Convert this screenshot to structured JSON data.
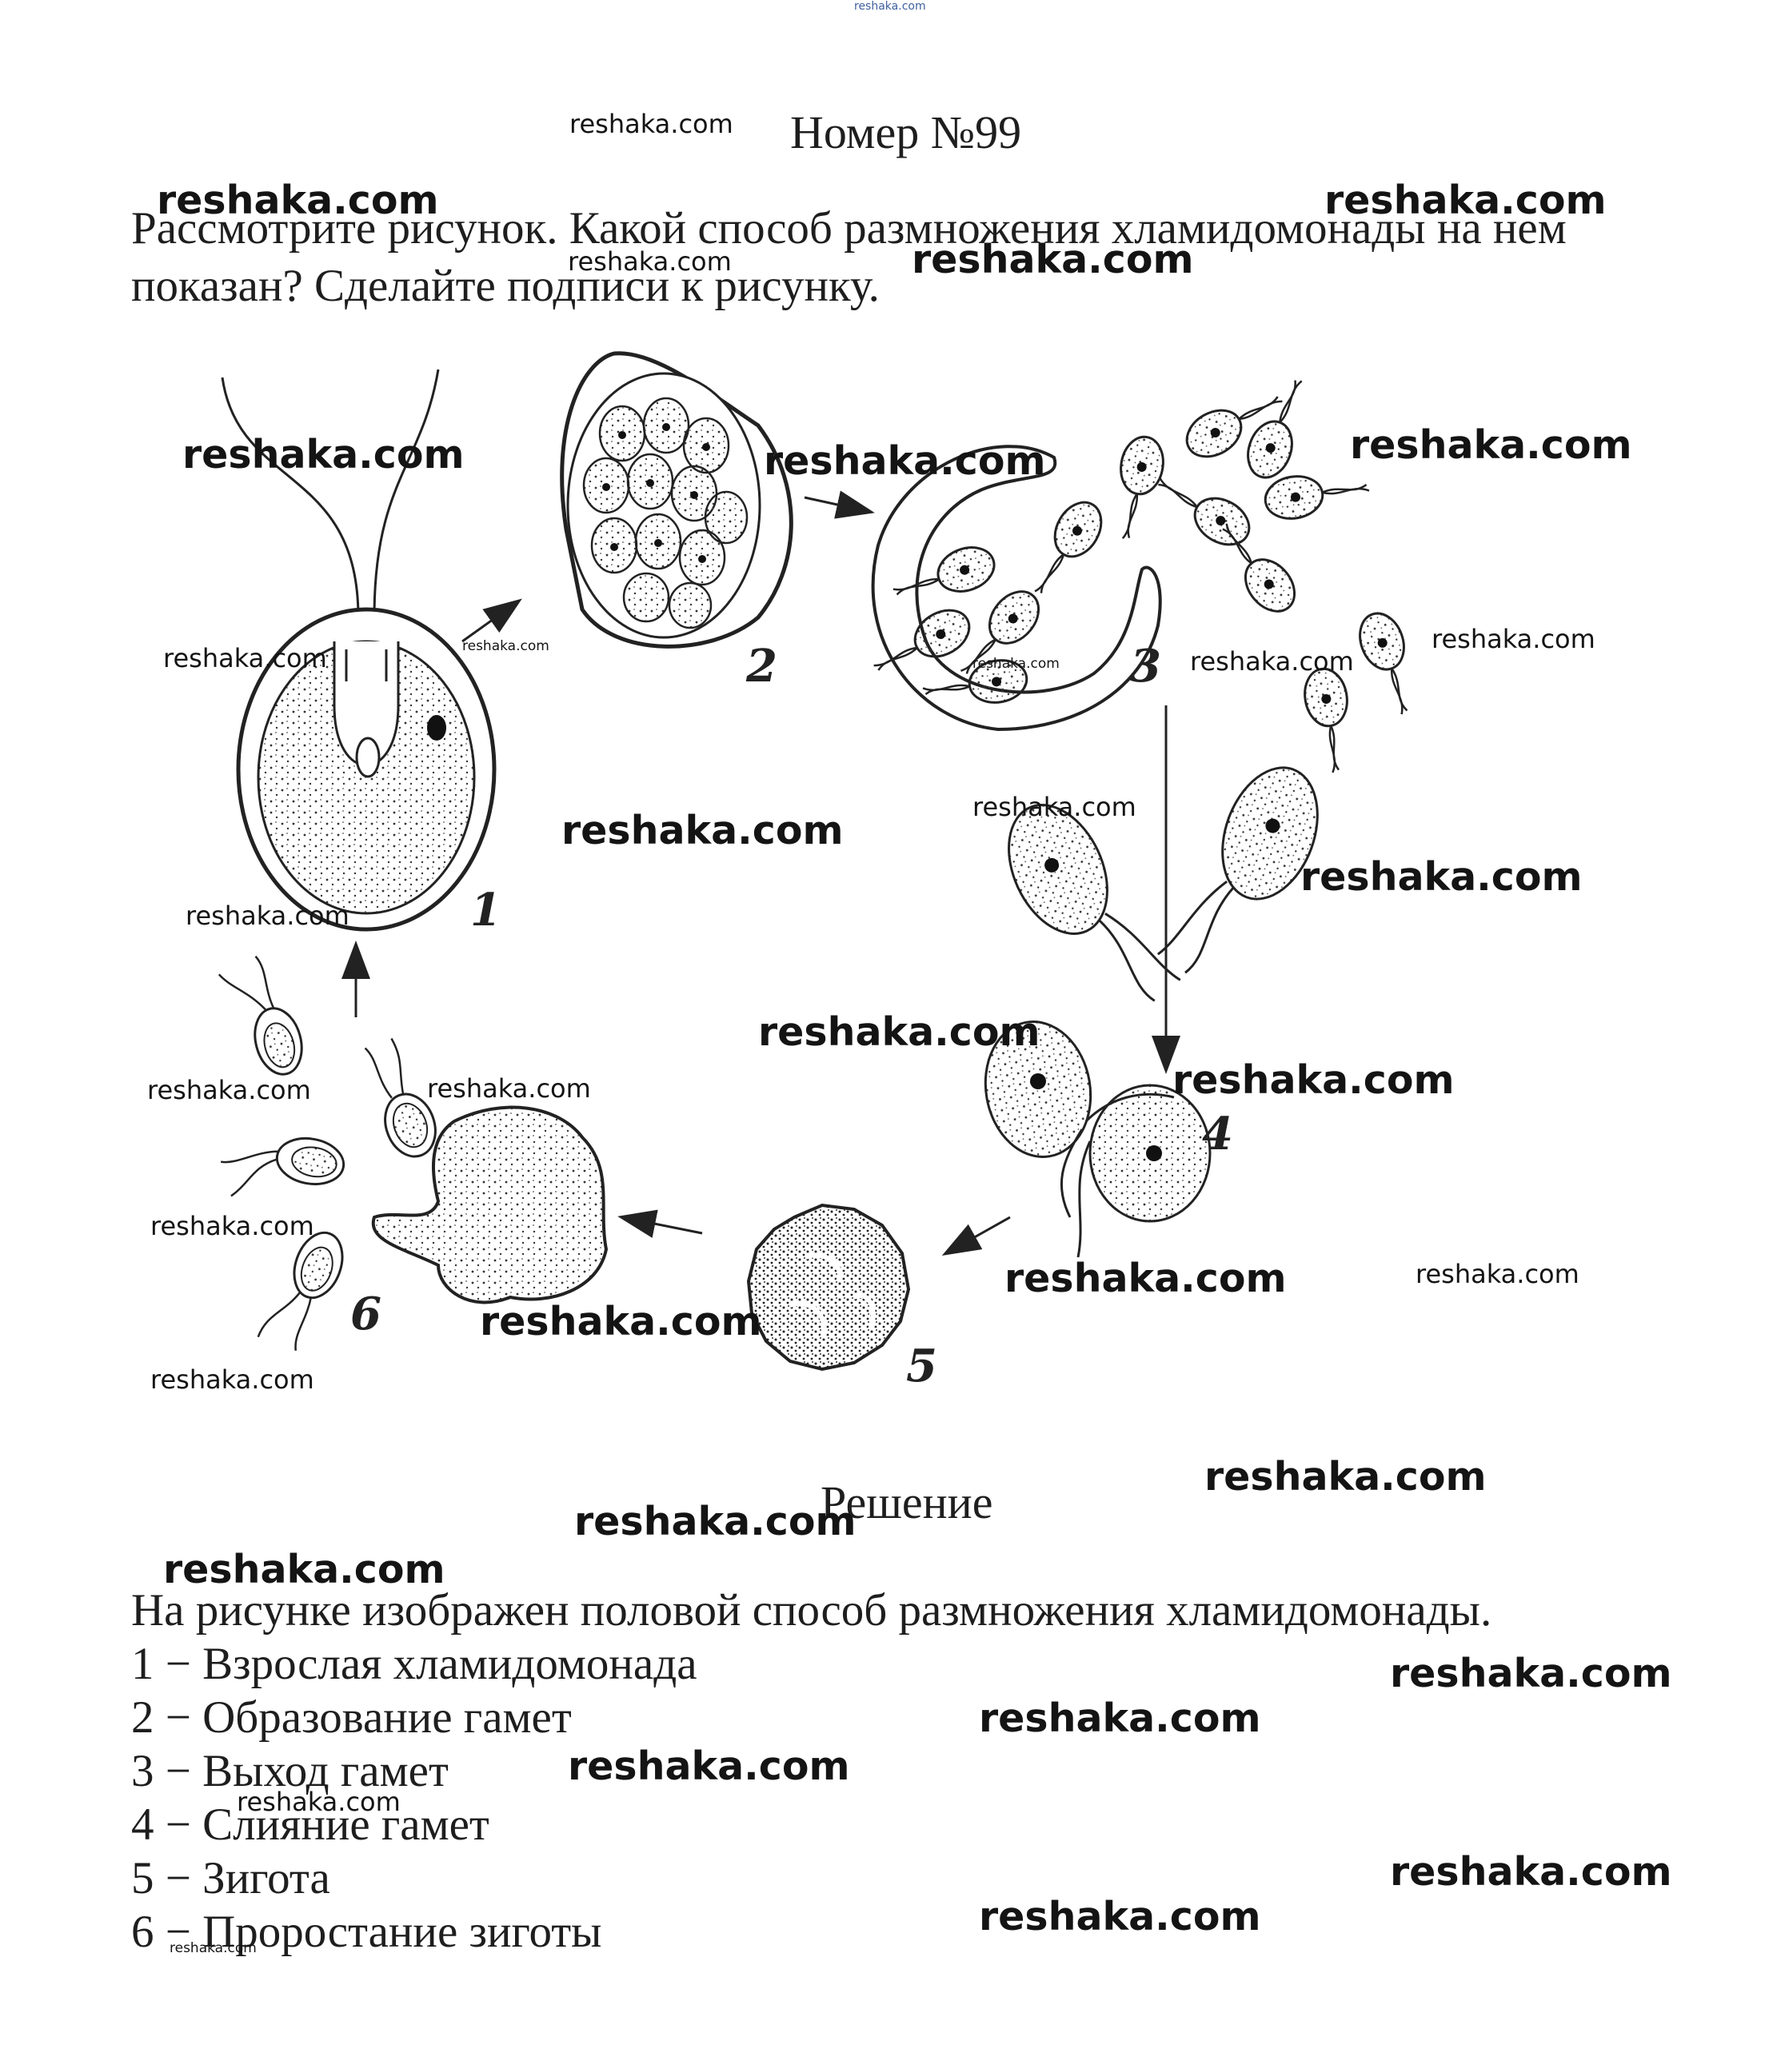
{
  "header_watermark": "reshaka.com",
  "title": "Номер №99",
  "question": "Рассмотрите рисунок. Какой способ размножения хламидомонады на нем показан? Сделайте подписи к рисунку.",
  "figure": {
    "stage_numbers": [
      "1",
      "2",
      "3",
      "4",
      "5",
      "6"
    ]
  },
  "solution_title": "Решение",
  "answer": {
    "intro": "На рисунке изображен половой способ размножения хламидомонады.",
    "items": [
      "1 − Взрослая хламидомонада",
      "2 − Образование гамет",
      "3 − Выход гамет",
      "4 − Слияние гамет",
      "5 − Зигота",
      "6 − Проростание зиготы"
    ]
  },
  "watermark": "reshaka.com",
  "colors": {
    "text": "#1e1e1e",
    "background": "#ffffff",
    "ink": "#222222"
  }
}
